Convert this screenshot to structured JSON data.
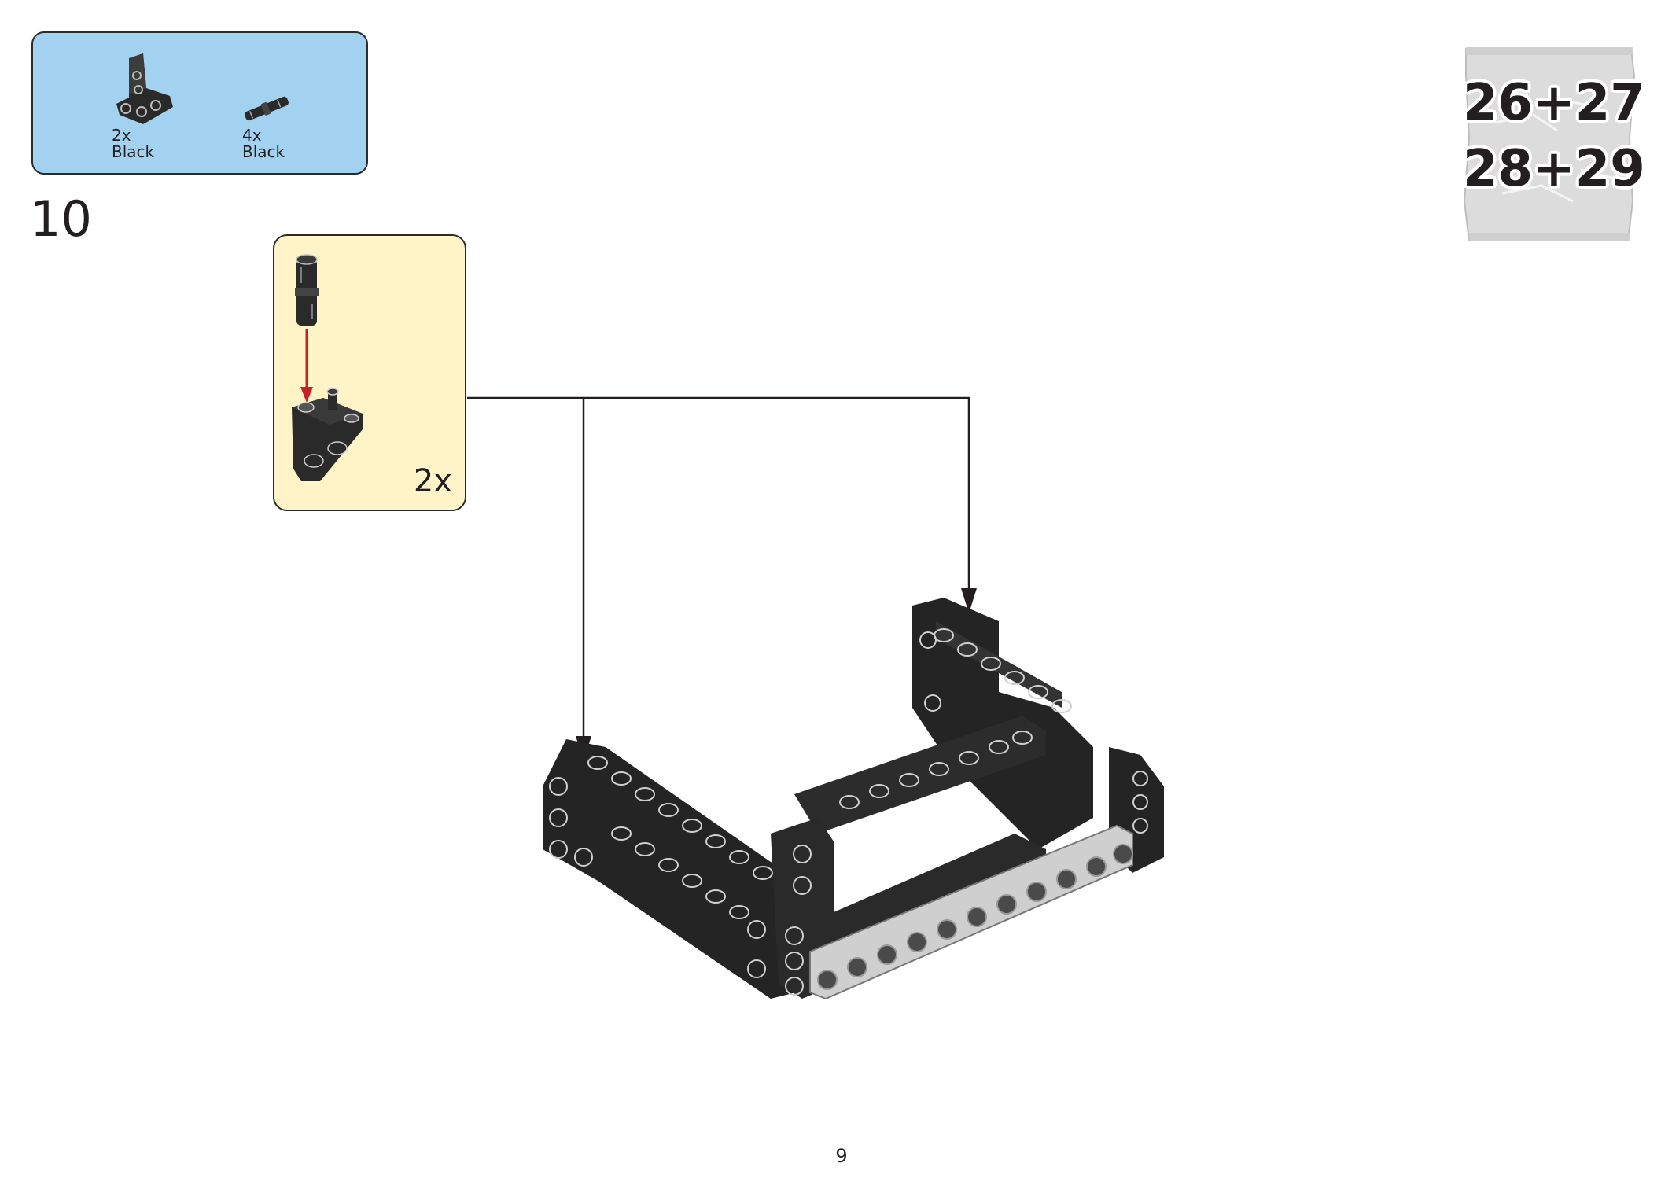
{
  "step": {
    "number": "10"
  },
  "parts": [
    {
      "qty": "2x",
      "color": "Black",
      "icon": "technic-t-beam-icon"
    },
    {
      "qty": "4x",
      "color": "Black",
      "icon": "technic-pin-icon"
    }
  ],
  "callout": {
    "multiplier": "2x"
  },
  "bag": {
    "line1": "26+27",
    "line2": "28+29"
  },
  "page": {
    "number": "9"
  },
  "colors": {
    "parts_panel": "#a3d2f0",
    "callout_panel": "#fff4c7",
    "part_black": "#2a2a2a",
    "arrow_red": "#c8202a"
  }
}
